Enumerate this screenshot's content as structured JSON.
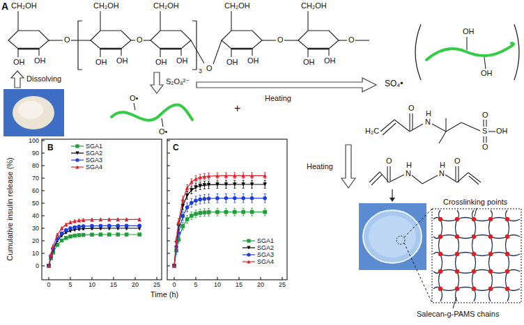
{
  "diagram": {
    "labels": [
      "A",
      "CH₂OH",
      "CH₂OH",
      "CH₂OH",
      "CH₂OH",
      "CH₂OH",
      "OH",
      "OH",
      "OH",
      "OH",
      "OH",
      "OH",
      "OH",
      "OH",
      "OH",
      "OH",
      "O",
      "O",
      "O",
      "O",
      "O",
      "3",
      "OH",
      "OH",
      "Dissolving",
      "S₂O₈²⁻",
      "Heating",
      "SO₄•",
      "O•",
      "O•",
      "+",
      "H₂C",
      "O",
      "N",
      "H",
      "S",
      "O",
      "O",
      "OH",
      "Heating",
      "O",
      "N",
      "H",
      "H",
      "N",
      "O",
      "Crosslinking points",
      "Salecan-g-PAMS chains",
      "B",
      "C",
      "Cumulative insulin release (%)",
      "Time (h)",
      "100",
      "90",
      "80",
      "70",
      "60",
      "50",
      "40",
      "30",
      "20",
      "10",
      "0",
      "0",
      "5",
      "10",
      "15",
      "20",
      "25",
      "0",
      "5",
      "10",
      "15",
      "20",
      "25"
    ],
    "legend": [
      {
        "text": "SGA1",
        "color": "#1f9e3a"
      },
      {
        "text": "SGA2",
        "color": "#000000"
      },
      {
        "text": "SGA3",
        "color": "#1f3bdb"
      },
      {
        "text": "SGA4",
        "color": "#e0202a"
      },
      {
        "text": "SGA1",
        "color": "#1f9e3a"
      },
      {
        "text": "SGA2",
        "color": "#000000"
      },
      {
        "text": "SGA3",
        "color": "#1f3bdb"
      },
      {
        "text": "SGA4",
        "color": "#e0202a"
      }
    ]
  }
}
